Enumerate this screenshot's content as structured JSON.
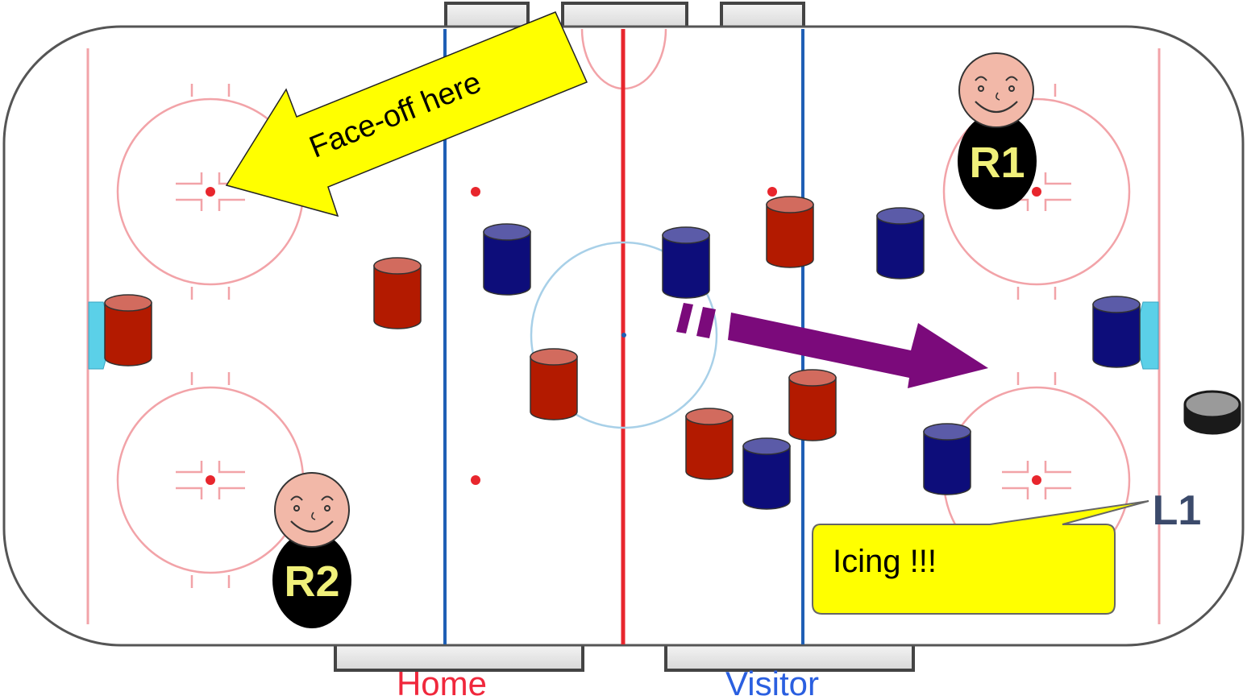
{
  "labels": {
    "faceoff": "Face-off here",
    "icing": "Icing !!!",
    "r1": "R1",
    "r2": "R2",
    "l1": "L1",
    "home": "Home",
    "visitor": "Visitor"
  },
  "colors": {
    "red_line": "#e8262d",
    "blue_line": "#1f5fb5",
    "faint_red": "#f2a3a8",
    "goal_crease": "#5bd0e8",
    "red_player": "#b31a00",
    "red_player_top": "#d26b5e",
    "blue_player": "#0d0d7a",
    "blue_player_top": "#5b5ba8",
    "arrow_yellow": "#ffff00",
    "callout_yellow": "#ffff00",
    "shot_purple": "#7b0a7b",
    "ref_body": "#000000",
    "ref_face": "#f2b8a8",
    "ref_text": "#f0f07a",
    "home_text": "#f0283c",
    "visitor_text": "#2a5fe0",
    "l1_text": "#3b4a6b"
  },
  "icons": {
    "puck": "hockey-puck-icon",
    "referee_face": "smiley-face-icon"
  }
}
